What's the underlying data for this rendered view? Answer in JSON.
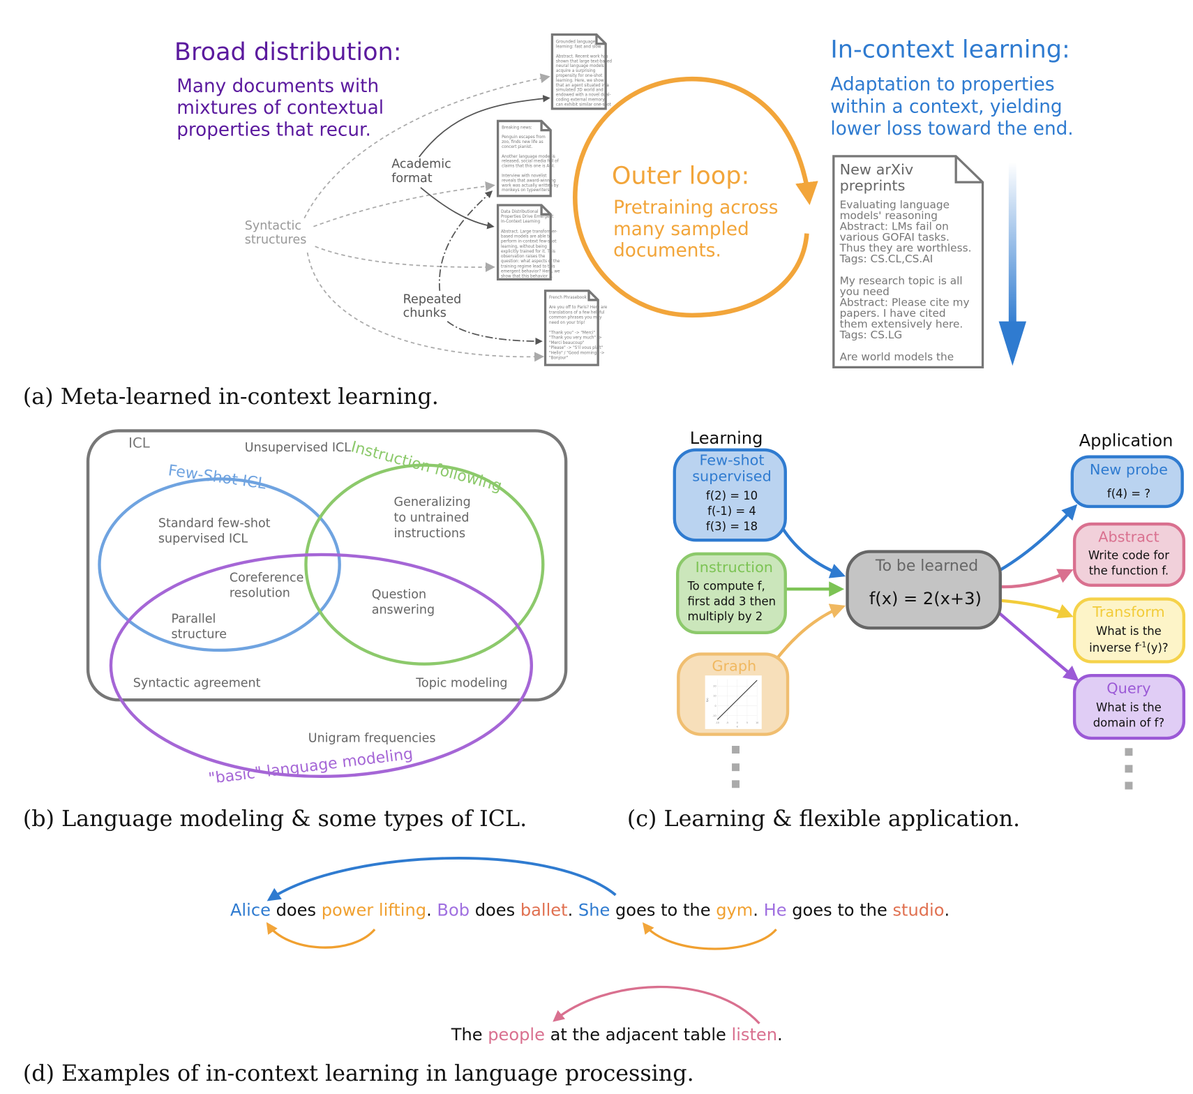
{
  "panel_a": {
    "broad_title": "Broad distribution:",
    "broad_lines": [
      "Many documents with",
      "mixtures of contextual",
      "properties that recur."
    ],
    "docs": [
      {
        "lines": [
          "Grounded language",
          "learning: fast and slow",
          "",
          "Abstract. Recent work has",
          "shown that large text-based",
          "neural language models",
          "acquire a surprising",
          "propensity for one-shot",
          "learning. Here, we show",
          "that an agent situated in a",
          "simulated 3D world and",
          "endowed with a novel dual-",
          "coding external memory,",
          "can exhibit similar one-shot"
        ]
      },
      {
        "lines": [
          "Breaking news:",
          "",
          "Penguin escapes from",
          "zoo, finds new life as",
          "concert pianist.",
          "",
          "Another language model is",
          "released, social media full of",
          "claims that this one is AGI.",
          "",
          "Interview with novelist",
          "reveals that award-winning",
          "work was actually written by",
          "monkeys on typewriters."
        ]
      },
      {
        "lines": [
          "Data Distributional",
          "Properties Drive Emergent",
          "In-Context Learning",
          "",
          "Abstract. Large transformer-",
          "based models are able to",
          "perform in-context few-shot",
          "learning, without being",
          "explicitly trained for it. This",
          "observation raises the",
          "question: what aspects of the",
          "training regime lead to this",
          "emergent behavior? Here, we",
          "show that this behavior ..."
        ]
      },
      {
        "lines": [
          "French Phrasebook",
          "",
          "Are you off to Paris? Here are",
          "translations of a few helpful",
          "common phrases you may",
          "need on your trip!",
          "",
          "\"Thank you\" -> \"Merci\"",
          "\"Thank you very much\" ->",
          "\"Merci beaucoup\"",
          "\"Please\" -> \"S'il vous plaît\"",
          "\"Hello\" / \"Good morning\" ->",
          "\"Bonjour\""
        ]
      }
    ],
    "labels": {
      "academic": [
        "Academic",
        "format"
      ],
      "syntactic": [
        "Syntactic",
        "structures"
      ],
      "repeated": [
        "Repeated",
        "chunks"
      ]
    },
    "outer_title": "Outer loop:",
    "outer_lines": [
      "Pretraining across",
      "many sampled",
      "documents."
    ],
    "icl_title": "In-context learning:",
    "icl_lines": [
      "Adaptation to properties",
      "within a context, yielding",
      "lower loss toward the end."
    ],
    "arxiv_title": [
      "New arXiv",
      "preprints"
    ],
    "arxiv_lines": [
      "Evaluating language",
      "models' reasoning",
      "Abstract: LMs fail on",
      "various GOFAI tasks.",
      "Thus they are worthless.",
      "Tags: CS.CL,CS.AI",
      "",
      "My research topic is all",
      "you need",
      "Abstract: Please cite my",
      "papers. I have cited",
      "them extensively here.",
      "Tags: CS.LG",
      "",
      "Are world models the"
    ],
    "caption": "(a) Meta-learned in-context learning.",
    "colors": {
      "broad": "#5b1a9e",
      "outer": "#f2a53a",
      "icl": "#2f7bd0"
    }
  },
  "panel_b": {
    "icl_label": "ICL",
    "unsupervised": "Unsupervised ICL",
    "few_shot": "Few-Shot ICL",
    "instruction": "Instruction following",
    "basic_lm": "\"basic\" language modeling",
    "items": {
      "standard": [
        "Standard few-shot",
        "supervised ICL"
      ],
      "generalizing": [
        "Generalizing",
        "to untrained",
        "instructions"
      ],
      "coreference": [
        "Coreference",
        "resolution"
      ],
      "question": [
        "Question",
        "answering"
      ],
      "parallel": [
        "Parallel",
        "structure"
      ],
      "syntactic": "Syntactic agreement",
      "topic": "Topic modeling",
      "unigram": "Unigram frequencies"
    },
    "caption": "(b) Language modeling & some types of ICL.",
    "colors": {
      "icl": "#777777",
      "few_shot": "#6fa3e0",
      "instruction": "#8cc96b",
      "basic": "#a566d6"
    }
  },
  "panel_c": {
    "learning_heading": "Learning",
    "application_heading": "Application",
    "few_shot": {
      "title": [
        "Few-shot",
        "supervised"
      ],
      "lines": [
        "f(2) = 10",
        "f(-1) = 4",
        "f(3) = 18"
      ]
    },
    "instruction": {
      "title": "Instruction",
      "lines": [
        "To compute f,",
        "first add 3 then",
        "multiply by 2"
      ]
    },
    "graph": {
      "title": "Graph",
      "x_ticks": [
        "-10",
        "-5",
        "0",
        "5",
        "10"
      ],
      "y_ticks": [
        "-10",
        "0",
        "10",
        "20"
      ],
      "xlabel": "x",
      "ylabel": "f(x)",
      "line": {
        "x": [
          -10,
          10
        ],
        "y": [
          -14,
          26
        ]
      }
    },
    "center": {
      "title": "To be learned",
      "formula": "f(x) = 2(x+3)"
    },
    "new_probe": {
      "title": "New probe",
      "lines": [
        "f(4) = ?"
      ]
    },
    "abstract": {
      "title": "Abstract",
      "lines": [
        "Write code for",
        "the function f."
      ]
    },
    "transform": {
      "title": "Transform",
      "line1": "What is the",
      "line2a": "inverse f",
      "line2sup": "-1",
      "line2b": "(y)?"
    },
    "query": {
      "title": "Query",
      "lines": [
        "What is the",
        "domain of f?"
      ]
    },
    "caption": "(c) Learning & flexible application.",
    "colors": {
      "blue": "#2f7bd0",
      "green": "#7cc354",
      "orange": "#f0b860",
      "gray": "#666666",
      "pink": "#d9708f",
      "yellow": "#f2cc3a",
      "purple": "#9b59d6"
    }
  },
  "panel_d": {
    "sentence1": [
      {
        "t": "Alice",
        "c": "#2f7bd0"
      },
      {
        "t": " does ",
        "c": "#111111"
      },
      {
        "t": "power lifting",
        "c": "#f0a030"
      },
      {
        "t": ". ",
        "c": "#111111"
      },
      {
        "t": "Bob",
        "c": "#a070e0"
      },
      {
        "t": " does ",
        "c": "#111111"
      },
      {
        "t": "ballet",
        "c": "#e07050"
      },
      {
        "t": ". ",
        "c": "#111111"
      },
      {
        "t": "She",
        "c": "#2f7bd0"
      },
      {
        "t": " goes to the ",
        "c": "#111111"
      },
      {
        "t": "gym",
        "c": "#f0a030"
      },
      {
        "t": ". ",
        "c": "#111111"
      },
      {
        "t": "He",
        "c": "#a070e0"
      },
      {
        "t": " goes to the ",
        "c": "#111111"
      },
      {
        "t": "studio",
        "c": "#e07050"
      },
      {
        "t": ".",
        "c": "#111111"
      }
    ],
    "sentence2": [
      {
        "t": "The ",
        "c": "#111111"
      },
      {
        "t": "people",
        "c": "#d9708f"
      },
      {
        "t": " at the adjacent table ",
        "c": "#111111"
      },
      {
        "t": "listen",
        "c": "#d9708f"
      },
      {
        "t": ".",
        "c": "#111111"
      }
    ],
    "caption": "(d) Examples of in-context learning in language processing."
  }
}
